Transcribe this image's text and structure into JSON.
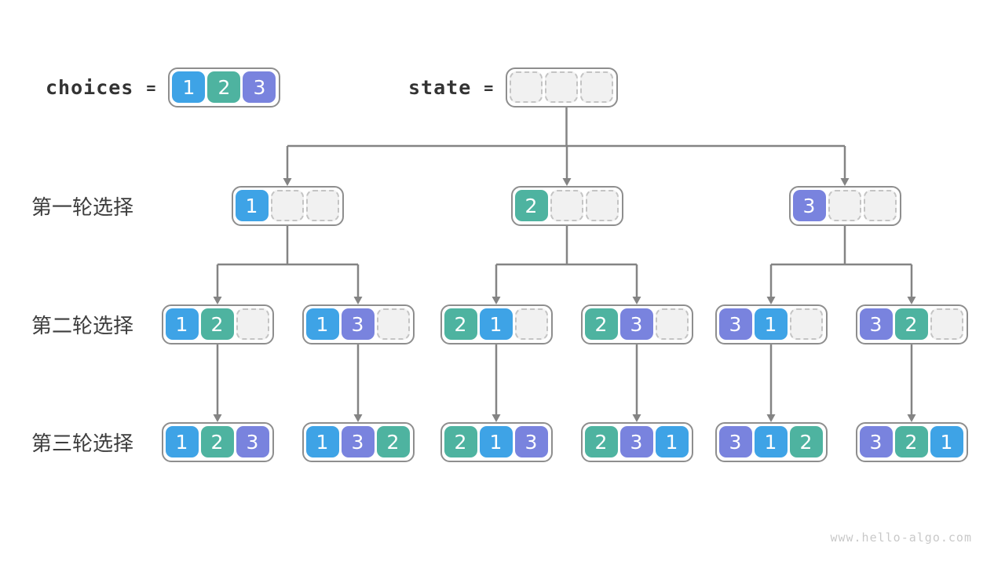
{
  "colors": {
    "choice1": "#3EA3E6",
    "choice2": "#4EB3A0",
    "choice3": "#7983DE",
    "arrow": "#848484",
    "node_border": "#8E8E8E",
    "empty_fill": "#F1F1F1",
    "empty_border": "#C4C4C4",
    "label_text": "#3D3D3D",
    "watermark_text": "#C9C9C9"
  },
  "legend": {
    "choices": {
      "label": "choices",
      "operator": "=",
      "values": [
        1,
        2,
        3
      ]
    },
    "state": {
      "label": "state",
      "operator": "=",
      "values": [
        null,
        null,
        null
      ]
    }
  },
  "tree": {
    "rows": [
      {
        "label": "第一轮选择",
        "nodes": [
          [
            1,
            null,
            null
          ],
          [
            2,
            null,
            null
          ],
          [
            3,
            null,
            null
          ]
        ]
      },
      {
        "label": "第二轮选择",
        "nodes": [
          [
            1,
            2,
            null
          ],
          [
            1,
            3,
            null
          ],
          [
            2,
            1,
            null
          ],
          [
            2,
            3,
            null
          ],
          [
            3,
            1,
            null
          ],
          [
            3,
            2,
            null
          ]
        ]
      },
      {
        "label": "第三轮选择",
        "nodes": [
          [
            1,
            2,
            3
          ],
          [
            1,
            3,
            2
          ],
          [
            2,
            1,
            3
          ],
          [
            2,
            3,
            1
          ],
          [
            3,
            1,
            2
          ],
          [
            3,
            2,
            1
          ]
        ]
      }
    ]
  },
  "watermark": "www.hello-algo.com"
}
